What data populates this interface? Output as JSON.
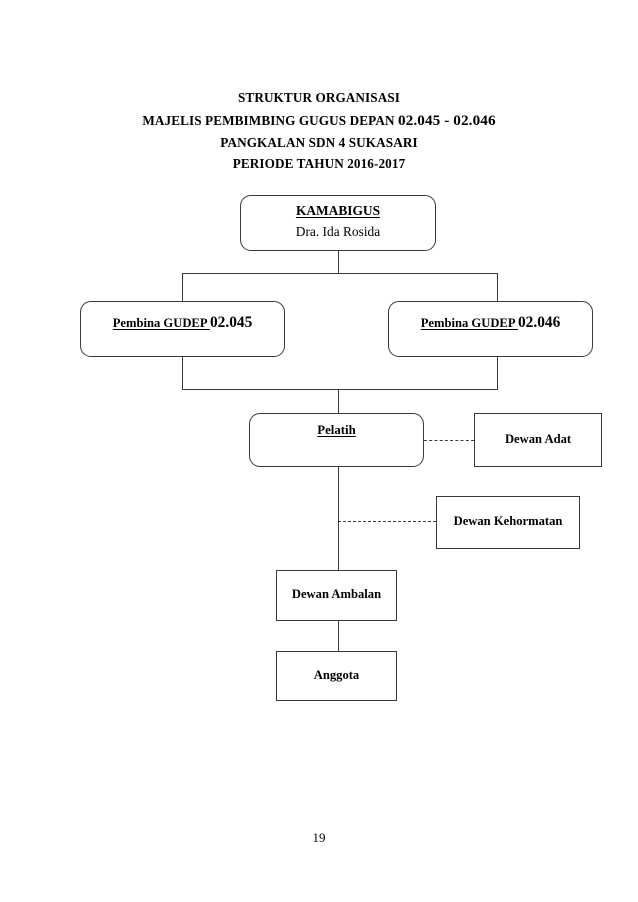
{
  "document": {
    "page_number": "19"
  },
  "heading": {
    "line1": "STRUKTUR ORGANISASI",
    "line2_prefix": "MAJELIS PEMBIMBING GUGUS DEPAN ",
    "line2_codes": "02.045 - 02.046",
    "line3": "PANGKALAN SDN 4 SUKASARI",
    "line4": "PERIODE TAHUN 2016-2017"
  },
  "chart_data": {
    "type": "diagram",
    "title": "STRUKTUR ORGANISASI MAJELIS PEMBIMBING GUGUS DEPAN 02.045 - 02.046",
    "nodes": [
      {
        "id": "kamabigus",
        "title": "KAMABIGUS",
        "subtitle": "Dra. Ida Rosida",
        "shape": "rounded",
        "level": 1
      },
      {
        "id": "gudep-045",
        "title": "Pembina GUDEP ",
        "code": "02.045",
        "shape": "rounded",
        "level": 2
      },
      {
        "id": "gudep-046",
        "title": "Pembina GUDEP ",
        "code": "02.046",
        "shape": "rounded",
        "level": 2
      },
      {
        "id": "pelatih",
        "title": "Pelatih",
        "shape": "rounded",
        "level": 3
      },
      {
        "id": "dewan-adat",
        "title": "Dewan Adat",
        "shape": "rectangle",
        "level": 3,
        "relation": "advisory"
      },
      {
        "id": "dewan-kehormatan",
        "title": "Dewan Kehormatan",
        "shape": "rectangle",
        "level": 4,
        "relation": "advisory"
      },
      {
        "id": "dewan-ambalan",
        "title": "Dewan Ambalan",
        "shape": "rectangle",
        "level": 5
      },
      {
        "id": "anggota",
        "title": "Anggota",
        "shape": "rectangle",
        "level": 6
      }
    ],
    "edges": [
      {
        "from": "kamabigus",
        "to": "gudep-045",
        "style": "solid"
      },
      {
        "from": "kamabigus",
        "to": "gudep-046",
        "style": "solid"
      },
      {
        "from": "gudep-045",
        "to": "pelatih",
        "style": "solid"
      },
      {
        "from": "gudep-046",
        "to": "pelatih",
        "style": "solid"
      },
      {
        "from": "pelatih",
        "to": "dewan-adat",
        "style": "dashed"
      },
      {
        "from": "pelatih",
        "to": "dewan-kehormatan",
        "style": "dashed"
      },
      {
        "from": "pelatih",
        "to": "dewan-ambalan",
        "style": "solid"
      },
      {
        "from": "dewan-ambalan",
        "to": "anggota",
        "style": "solid"
      }
    ],
    "colors": {
      "line": "#3a3a3a",
      "text": "#000000",
      "background": "#ffffff"
    }
  }
}
